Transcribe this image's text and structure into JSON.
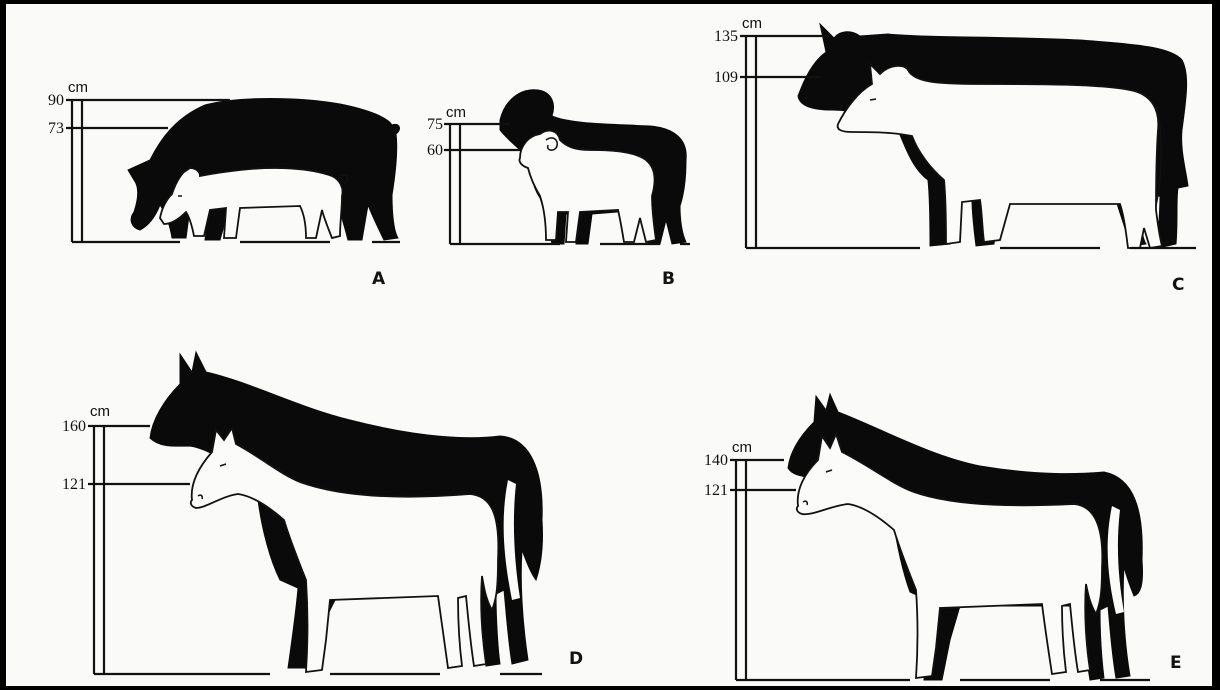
{
  "panels": [
    {
      "letter": "A",
      "unit": "cm",
      "heights": [
        90,
        73
      ],
      "labels": [
        "90",
        "73"
      ],
      "animal": "pig"
    },
    {
      "letter": "B",
      "unit": "cm",
      "heights": [
        75,
        60
      ],
      "labels": [
        "75",
        "60"
      ],
      "animal": "sheep"
    },
    {
      "letter": "C",
      "unit": "cm",
      "heights": [
        135,
        109
      ],
      "labels": [
        "135",
        "109"
      ],
      "animal": "cattle"
    },
    {
      "letter": "D",
      "unit": "cm",
      "heights": [
        160,
        121
      ],
      "labels": [
        "160",
        "121"
      ],
      "animal": "horse"
    },
    {
      "letter": "E",
      "unit": "cm",
      "heights": [
        140,
        121
      ],
      "labels": [
        "140",
        "121"
      ],
      "animal": "horse"
    }
  ],
  "colors": {
    "wild": "#0a0a0a",
    "domestic": "#fbfbf9",
    "frame": "#000000"
  }
}
